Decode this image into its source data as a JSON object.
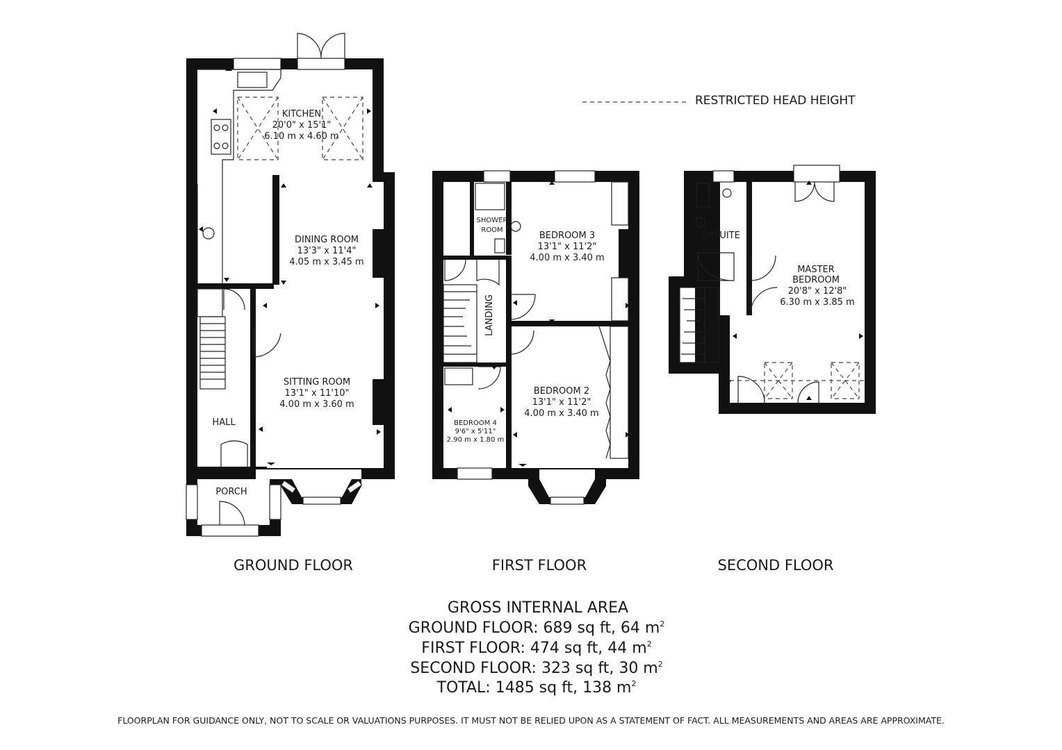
{
  "legend": {
    "label": "RESTRICTED HEAD HEIGHT"
  },
  "floors": {
    "ground": "GROUND FLOOR",
    "first": "FIRST FLOOR",
    "second": "SECOND FLOOR"
  },
  "rooms": {
    "kitchen": {
      "name": "KITCHEN",
      "imperial": "20'0\" x 15'1\"",
      "metric": "6.10 m x 4.60 m"
    },
    "dining": {
      "name": "DINING ROOM",
      "imperial": "13'3\" x 11'4\"",
      "metric": "4.05 m x 3.45 m"
    },
    "sitting": {
      "name": "SITTING ROOM",
      "imperial": "13'1\" x 11'10\"",
      "metric": "4.00 m x 3.60 m"
    },
    "hall": {
      "name": "HALL"
    },
    "porch": {
      "name": "PORCH"
    },
    "shower": {
      "name1": "SHOWER",
      "name2": "ROOM"
    },
    "bedroom3": {
      "name": "BEDROOM 3",
      "imperial": "13'1\" x 11'2\"",
      "metric": "4.00 m x 3.40 m"
    },
    "landing": {
      "name": "LANDING"
    },
    "bedroom4": {
      "name": "BEDROOM 4",
      "imperial": "9'6\" x 5'11\"",
      "metric": "2.90 m x 1.80 m"
    },
    "bedroom2": {
      "name": "BEDROOM 2",
      "imperial": "13'1\" x 11'2\"",
      "metric": "4.00 m x 3.40 m"
    },
    "ensuite": {
      "name": "ENSUITE"
    },
    "master": {
      "name1": "MASTER",
      "name2": "BEDROOM",
      "imperial": "20'8\" x 12'8\"",
      "metric": "6.30 m x 3.85 m"
    }
  },
  "area": {
    "heading": "GROSS INTERNAL AREA",
    "ground": "GROUND FLOOR: 689 sq ft, 64 m",
    "first": "FIRST FLOOR: 474 sq ft, 44 m",
    "second": "SECOND FLOOR: 323 sq ft, 30 m",
    "total": "TOTAL: 1485 sq ft, 138 m",
    "sup": "2"
  },
  "disclaimer": "FLOORPLAN FOR GUIDANCE ONLY, NOT TO SCALE OR VALUATIONS PURPOSES. IT MUST NOT BE RELIED UPON AS A STATEMENT OF FACT. ALL MEASUREMENTS AND AREAS ARE APPROXIMATE."
}
